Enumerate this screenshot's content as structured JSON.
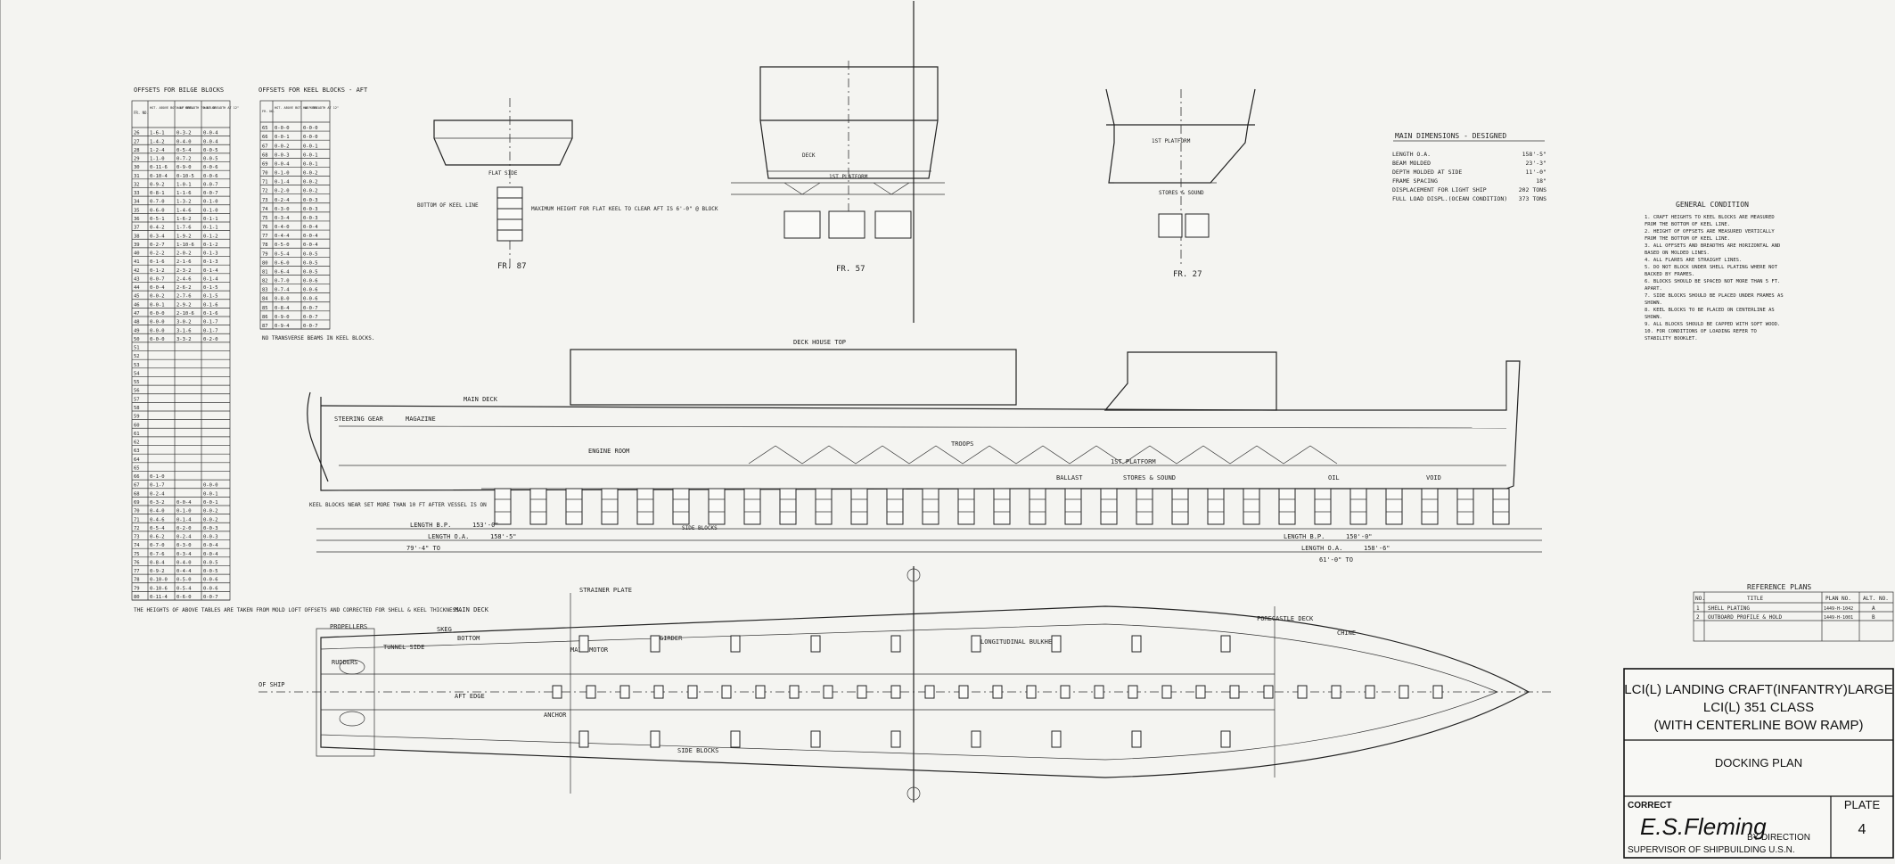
{
  "title_block": {
    "line1": "LCI(L) LANDING CRAFT(INFANTRY)LARGE",
    "line2": "LCI(L) 351 CLASS",
    "line3": "(WITH CENTERLINE BOW RAMP)",
    "plan_name": "DOCKING PLAN",
    "correct_label": "CORRECT",
    "signature": "E.S.Fleming",
    "by_direction": "BY DIRECTION",
    "supervisor": "SUPERVISOR OF SHIPBUILDING U.S.N.",
    "plate_label": "PLATE",
    "plate_number": "4"
  },
  "main_dimensions": {
    "heading": "MAIN DIMENSIONS - DESIGNED",
    "rows": [
      {
        "label": "LENGTH O.A.",
        "value": "158'-5\""
      },
      {
        "label": "BEAM MOLDED",
        "value": "23'-3\""
      },
      {
        "label": "DEPTH MOLDED AT SIDE",
        "value": "11'-0\""
      },
      {
        "label": "FRAME SPACING",
        "value": "18\""
      },
      {
        "label": "DISPLACEMENT FOR LIGHT SHIP",
        "value": "202 TONS"
      },
      {
        "label": "FULL LOAD DISPL.(OCEAN CONDITION)",
        "value": "373 TONS"
      }
    ]
  },
  "general_condition": {
    "heading": "GENERAL CONDITION",
    "items": [
      "1. CRAFT HEIGHTS TO KEEL BLOCKS ARE MEASURED FROM THE BOTTOM OF KEEL LINE.",
      "2. HEIGHT OF OFFSETS ARE MEASURED VERTICALLY FROM THE BOTTOM OF KEEL LINE.",
      "3. ALL OFFSETS AND BREADTHS ARE HORIZONTAL AND BASED ON MOLDED LINES.",
      "4. ALL FLARES ARE STRAIGHT LINES.",
      "5. DO NOT BLOCK UNDER SHELL PLATING WHERE NOT BACKED BY FRAMES.",
      "6. BLOCKS SHOULD BE SPACED NOT MORE THAN 5 FT. APART.",
      "7. SIDE BLOCKS SHOULD BE PLACED UNDER FRAMES AS SHOWN.",
      "8. KEEL BLOCKS TO BE PLACED ON CENTERLINE AS SHOWN.",
      "9. ALL BLOCKS SHOULD BE CAPPED WITH SOFT WOOD.",
      "10. FOR CONDITIONS OF LOADING REFER TO STABILITY BOOKLET."
    ]
  },
  "reference_plans": {
    "heading": "REFERENCE PLANS",
    "columns": [
      "NO.",
      "TITLE",
      "PLAN NO.",
      "ALT. NO."
    ],
    "rows": [
      [
        "1",
        "SHELL PLATING",
        "1449-H-1042",
        "A"
      ],
      [
        "2",
        "OUTBOARD PROFILE & HOLD",
        "1449-H-1001",
        "B"
      ]
    ]
  },
  "offsets_table_1": {
    "heading": "OFFSETS FOR BILGE BLOCKS",
    "columns": [
      "FR. NO.",
      "HGT. ABOVE BOT. OF KEEL",
      "HALF BREADTH TO BILGE",
      "HALF BREADTH AT 12\""
    ],
    "rows": [
      [
        "26",
        "1-6-1",
        "0-3-2",
        "0-0-4"
      ],
      [
        "27",
        "1-4-2",
        "0-4-0",
        "0-0-4"
      ],
      [
        "28",
        "1-2-4",
        "0-5-4",
        "0-0-5"
      ],
      [
        "29",
        "1-1-0",
        "0-7-2",
        "0-0-5"
      ],
      [
        "30",
        "0-11-6",
        "0-9-0",
        "0-0-6"
      ],
      [
        "31",
        "0-10-4",
        "0-10-5",
        "0-0-6"
      ],
      [
        "32",
        "0-9-2",
        "1-0-1",
        "0-0-7"
      ],
      [
        "33",
        "0-8-1",
        "1-1-6",
        "0-0-7"
      ],
      [
        "34",
        "0-7-0",
        "1-3-2",
        "0-1-0"
      ],
      [
        "35",
        "0-6-0",
        "1-4-6",
        "0-1-0"
      ],
      [
        "36",
        "0-5-1",
        "1-6-2",
        "0-1-1"
      ],
      [
        "37",
        "0-4-2",
        "1-7-6",
        "0-1-1"
      ],
      [
        "38",
        "0-3-4",
        "1-9-2",
        "0-1-2"
      ],
      [
        "39",
        "0-2-7",
        "1-10-6",
        "0-1-2"
      ],
      [
        "40",
        "0-2-2",
        "2-0-2",
        "0-1-3"
      ],
      [
        "41",
        "0-1-6",
        "2-1-6",
        "0-1-3"
      ],
      [
        "42",
        "0-1-2",
        "2-3-2",
        "0-1-4"
      ],
      [
        "43",
        "0-0-7",
        "2-4-6",
        "0-1-4"
      ],
      [
        "44",
        "0-0-4",
        "2-6-2",
        "0-1-5"
      ],
      [
        "45",
        "0-0-2",
        "2-7-6",
        "0-1-5"
      ],
      [
        "46",
        "0-0-1",
        "2-9-2",
        "0-1-6"
      ],
      [
        "47",
        "0-0-0",
        "2-10-6",
        "0-1-6"
      ],
      [
        "48",
        "0-0-0",
        "3-0-2",
        "0-1-7"
      ],
      [
        "49",
        "0-0-0",
        "3-1-6",
        "0-1-7"
      ],
      [
        "50",
        "0-0-0",
        "3-3-2",
        "0-2-0"
      ],
      [
        "51",
        "",
        "",
        ""
      ],
      [
        "52",
        "",
        "",
        ""
      ],
      [
        "53",
        "",
        "",
        ""
      ],
      [
        "54",
        "",
        "",
        ""
      ],
      [
        "55",
        "",
        "",
        ""
      ],
      [
        "56",
        "",
        "",
        ""
      ],
      [
        "57",
        "",
        "",
        ""
      ],
      [
        "58",
        "",
        "",
        ""
      ],
      [
        "59",
        "",
        "",
        ""
      ],
      [
        "60",
        "",
        "",
        ""
      ],
      [
        "61",
        "",
        "",
        ""
      ],
      [
        "62",
        "",
        "",
        ""
      ],
      [
        "63",
        "",
        "",
        ""
      ],
      [
        "64",
        "",
        "",
        ""
      ],
      [
        "65",
        "",
        "",
        ""
      ],
      [
        "66",
        "0-1-0",
        "",
        ""
      ],
      [
        "67",
        "0-1-7",
        "",
        "0-0-0"
      ],
      [
        "68",
        "0-2-4",
        "",
        "0-0-1"
      ],
      [
        "69",
        "0-3-2",
        "0-0-4",
        "0-0-1"
      ],
      [
        "70",
        "0-4-0",
        "0-1-0",
        "0-0-2"
      ],
      [
        "71",
        "0-4-6",
        "0-1-4",
        "0-0-2"
      ],
      [
        "72",
        "0-5-4",
        "0-2-0",
        "0-0-3"
      ],
      [
        "73",
        "0-6-2",
        "0-2-4",
        "0-0-3"
      ],
      [
        "74",
        "0-7-0",
        "0-3-0",
        "0-0-4"
      ],
      [
        "75",
        "0-7-6",
        "0-3-4",
        "0-0-4"
      ],
      [
        "76",
        "0-8-4",
        "0-4-0",
        "0-0-5"
      ],
      [
        "77",
        "0-9-2",
        "0-4-4",
        "0-0-5"
      ],
      [
        "78",
        "0-10-0",
        "0-5-0",
        "0-0-6"
      ],
      [
        "79",
        "0-10-6",
        "0-5-4",
        "0-0-6"
      ],
      [
        "80",
        "0-11-4",
        "0-6-0",
        "0-0-7"
      ]
    ],
    "note": "THE HEIGHTS OF ABOVE TABLES ARE TAKEN FROM MOLD LOFT OFFSETS AND CORRECTED FOR SHELL & KEEL THICKNESS."
  },
  "offsets_table_2": {
    "heading": "OFFSETS FOR KEEL BLOCKS - AFT",
    "columns": [
      "FR. NO.",
      "HGT. ABOVE BOT. OF KEEL",
      "HALF BREADTH AT 12\""
    ],
    "rows": [
      [
        "65",
        "0-0-0",
        "0-0-0"
      ],
      [
        "66",
        "0-0-1",
        "0-0-0"
      ],
      [
        "67",
        "0-0-2",
        "0-0-1"
      ],
      [
        "68",
        "0-0-3",
        "0-0-1"
      ],
      [
        "69",
        "0-0-4",
        "0-0-1"
      ],
      [
        "70",
        "0-1-0",
        "0-0-2"
      ],
      [
        "71",
        "0-1-4",
        "0-0-2"
      ],
      [
        "72",
        "0-2-0",
        "0-0-2"
      ],
      [
        "73",
        "0-2-4",
        "0-0-3"
      ],
      [
        "74",
        "0-3-0",
        "0-0-3"
      ],
      [
        "75",
        "0-3-4",
        "0-0-3"
      ],
      [
        "76",
        "0-4-0",
        "0-0-4"
      ],
      [
        "77",
        "0-4-4",
        "0-0-4"
      ],
      [
        "78",
        "0-5-0",
        "0-0-4"
      ],
      [
        "79",
        "0-5-4",
        "0-0-5"
      ],
      [
        "80",
        "0-6-0",
        "0-0-5"
      ],
      [
        "81",
        "0-6-4",
        "0-0-5"
      ],
      [
        "82",
        "0-7-0",
        "0-0-6"
      ],
      [
        "83",
        "0-7-4",
        "0-0-6"
      ],
      [
        "84",
        "0-8-0",
        "0-0-6"
      ],
      [
        "85",
        "0-8-4",
        "0-0-7"
      ],
      [
        "86",
        "0-9-0",
        "0-0-7"
      ],
      [
        "87",
        "0-9-4",
        "0-0-7"
      ]
    ],
    "note": "NO TRANSVERSE BEAMS IN KEEL BLOCKS."
  },
  "sections": [
    {
      "label": "FR. 87",
      "note": "MAXIMUM HEIGHT FOR FLAT KEEL TO CLEAR AFT IS 6'-0\" @ BLOCK",
      "mark": "FLAT SIDE",
      "keel": "BOTTOM OF KEEL LINE"
    },
    {
      "label": "FR. 57",
      "platform": "1ST PLATFORM",
      "deck": "DECK"
    },
    {
      "label": "FR. 27",
      "platform": "1ST PLATFORM",
      "stores": "STORES & SOUND"
    }
  ],
  "profile": {
    "deck_top": "DECK HOUSE TOP",
    "main_deck": "MAIN DECK",
    "first_platform": "1ST PLATFORM",
    "spaces": [
      "STEERING GEAR",
      "MAGAZINE",
      "ENGINE ROOM",
      "TROOPS",
      "BALLAST",
      "STORES & SOUND",
      "OIL",
      "VOID"
    ],
    "side_blocks": "SIDE BLOCKS",
    "keel_blocks": "KEEL BLOCKS NEAR SET MORE THAN 10 FT AFTER VESSEL IS ON",
    "lengths": [
      {
        "label": "LENGTH B.P.",
        "value": "153'-0\""
      },
      {
        "label": "LENGTH O.A.",
        "value": "158'-5\""
      },
      {
        "label": "LENGTH B.P.",
        "value": "150'-0\""
      },
      {
        "label": "LENGTH O.A.",
        "value": "158'-6\""
      }
    ],
    "frames_aft": "79'-4\" TO",
    "frames_fwd": "61'-0\" TO"
  },
  "plan_view": {
    "labels": [
      "MAIN DECK",
      "BOTTOM",
      "SKEG",
      "PROPELLERS",
      "TUNNEL SIDE",
      "RUDDERS",
      "MAIN MOTOR",
      "STRAINER PLATE",
      "LONGITUDINAL BULKHEAD",
      "CHINE",
      "FORECASTLE DECK",
      "ANCHOR",
      "GIRDER",
      "AFT EDGE",
      "SIDE BLOCKS"
    ],
    "of_ship": "OF SHIP"
  }
}
